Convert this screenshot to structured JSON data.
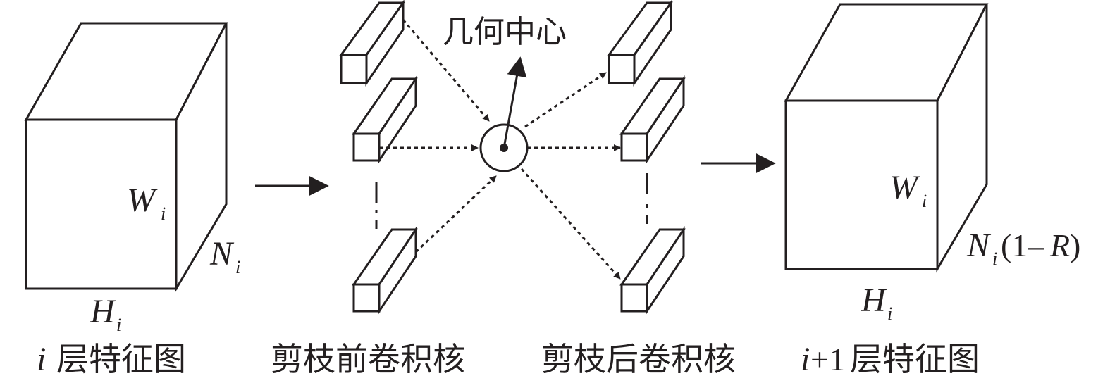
{
  "diagram": {
    "input_map": {
      "width_label": "W",
      "width_sub": "i",
      "depth_label": "N",
      "depth_sub": "i",
      "height_label": "H",
      "height_sub": "i",
      "caption_var": "i",
      "caption_text": "层特征图"
    },
    "pre_prune": {
      "caption": "剪枝前卷积核"
    },
    "center": {
      "label": "几何中心"
    },
    "post_prune": {
      "caption": "剪枝后卷积核"
    },
    "output_map": {
      "width_label": "W",
      "width_sub": "i",
      "depth_label": "N",
      "depth_sub": "i",
      "depth_suffix": "(1–",
      "depth_ratio": "R",
      "depth_close": ")",
      "height_label": "H",
      "height_sub": "i",
      "caption_var": "i",
      "caption_plus": "+1",
      "caption_text": "层特征图"
    },
    "colors": {
      "stroke": "#231f20",
      "fill": "#ffffff"
    }
  }
}
